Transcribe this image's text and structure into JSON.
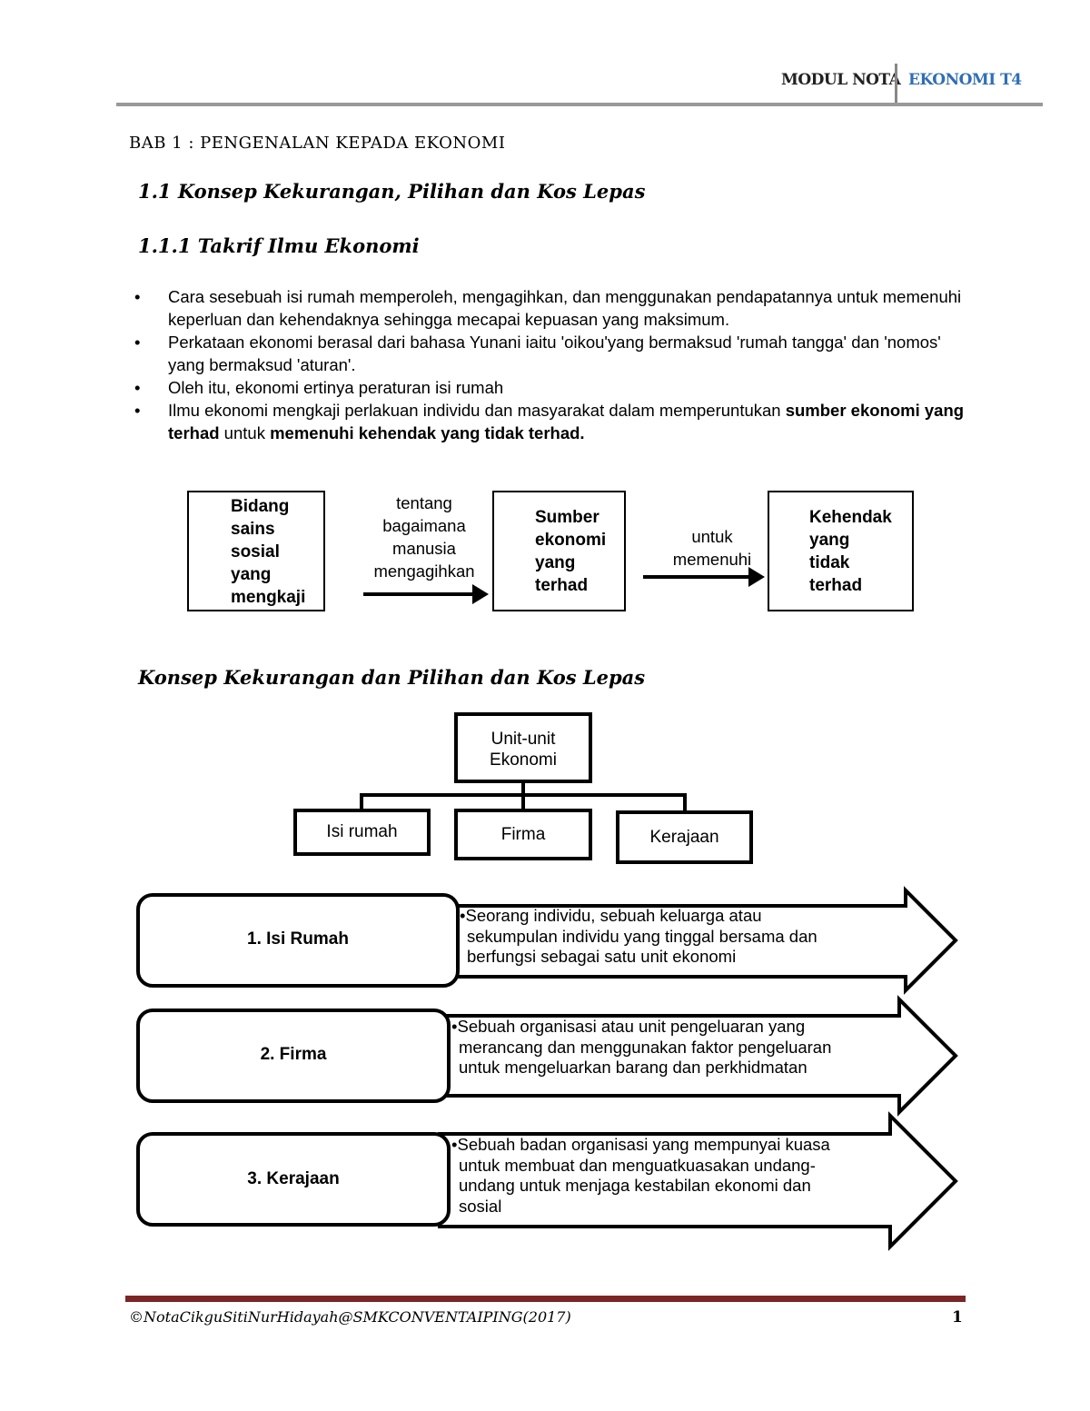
{
  "header": {
    "modul": "MODUL NOTA",
    "subject": "EKONOMI T4"
  },
  "chapter_title": "BAB 1 : PENGENALAN KEPADA EKONOMI",
  "section_1_1": "1.1 Konsep Kekurangan, Pilihan dan Kos Lepas",
  "section_1_1_1": "1.1.1 Takrif Ilmu Ekonomi",
  "bullet_symbol": "•",
  "bullets": {
    "b1": "Cara sesebuah isi rumah memperoleh, mengagihkan, dan menggunakan pendapatannya untuk memenuhi keperluan dan kehendaknya sehingga mecapai kepuasan yang maksimum.",
    "b2": "Perkataan ekonomi berasal dari bahasa Yunani iaitu 'oikou'yang bermaksud  'rumah tangga' dan  'nomos' yang bermaksud  'aturan'.",
    "b3": "Oleh itu, ekonomi ertinya peraturan isi rumah",
    "b4_pre": "Ilmu ekonomi mengkaji perlakuan individu dan masyarakat dalam memperuntukan ",
    "b4_bold1": "sumber ekonomi yang terhad",
    "b4_mid": " untuk ",
    "b4_bold2": "memenuhi kehendak yang tidak terhad."
  },
  "flow": {
    "box1": [
      "Bidang",
      "sains",
      "sosial",
      "yang",
      "mengkaji"
    ],
    "link1": [
      "tentang",
      "bagaimana",
      "manusia",
      "mengagihkan"
    ],
    "box2": [
      "Sumber",
      "ekonomi",
      "yang",
      "terhad"
    ],
    "link2": [
      "untuk",
      "memenuhi"
    ],
    "box3": [
      "Kehendak",
      "yang",
      "tidak",
      "terhad"
    ]
  },
  "concept_heading": "Konsep Kekurangan dan Pilihan dan Kos Lepas",
  "org_chart": {
    "root": [
      "Unit-unit",
      "Ekonomi"
    ],
    "children": [
      "Isi rumah",
      "Firma",
      "Kerajaan"
    ]
  },
  "units": [
    {
      "label": "1. Isi Rumah",
      "desc": [
        "•Seorang individu, sebuah keluarga atau",
        "sekumpulan individu yang tinggal bersama dan",
        "berfungsi sebagai satu unit ekonomi"
      ]
    },
    {
      "label": "2. Firma",
      "desc": [
        "•Sebuah organisasi atau unit pengeluaran yang",
        "merancang dan menggunakan faktor pengeluaran",
        "untuk mengeluarkan barang dan perkhidmatan"
      ]
    },
    {
      "label": "3. Kerajaan",
      "desc": [
        "•Sebuah badan organisasi yang mempunyai kuasa",
        "untuk membuat dan menguatkuasakan undang-",
        "undang untuk menjaga kestabilan ekonomi dan",
        "sosial"
      ]
    }
  ],
  "footer": {
    "credit": "©NotaCikguSitiNurHidayah@SMKCONVENTAIPING(2017)",
    "page": "1"
  }
}
